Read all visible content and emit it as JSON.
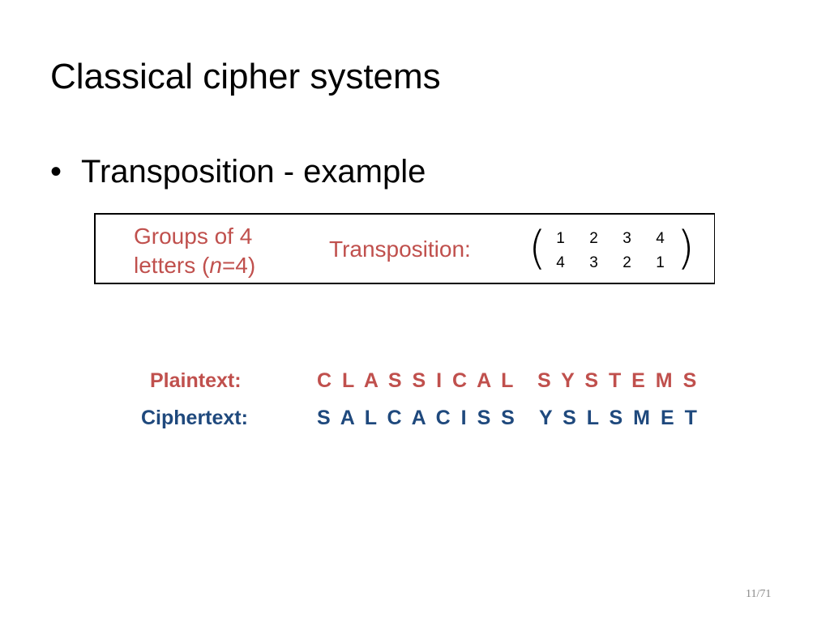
{
  "slide": {
    "title": "Classical cipher systems",
    "bullet": {
      "symbol": "•",
      "text": "Transposition - example"
    },
    "box": {
      "groups_line1": "Groups of 4",
      "groups_line2_prefix": "letters (",
      "groups_line2_var": "n",
      "groups_line2_suffix": "=4)",
      "transposition_label": "Transposition:",
      "left_paren": "(",
      "right_paren": ")",
      "permutation_top": [
        "1",
        "2",
        "3",
        "4"
      ],
      "permutation_bottom": [
        "4",
        "3",
        "2",
        "1"
      ]
    },
    "plaintext": {
      "label": "Plaintext:",
      "word1": "C L A S S I C A L",
      "word2": "S Y S T E M S"
    },
    "ciphertext": {
      "label": "Ciphertext:",
      "word1": "S A L C A C I S S",
      "word2": "Y S L S M E T"
    },
    "page_number": "11/71"
  },
  "colors": {
    "plaintext": "#c0504d",
    "ciphertext": "#1f497d",
    "text": "#000000",
    "page_number": "#888888"
  }
}
